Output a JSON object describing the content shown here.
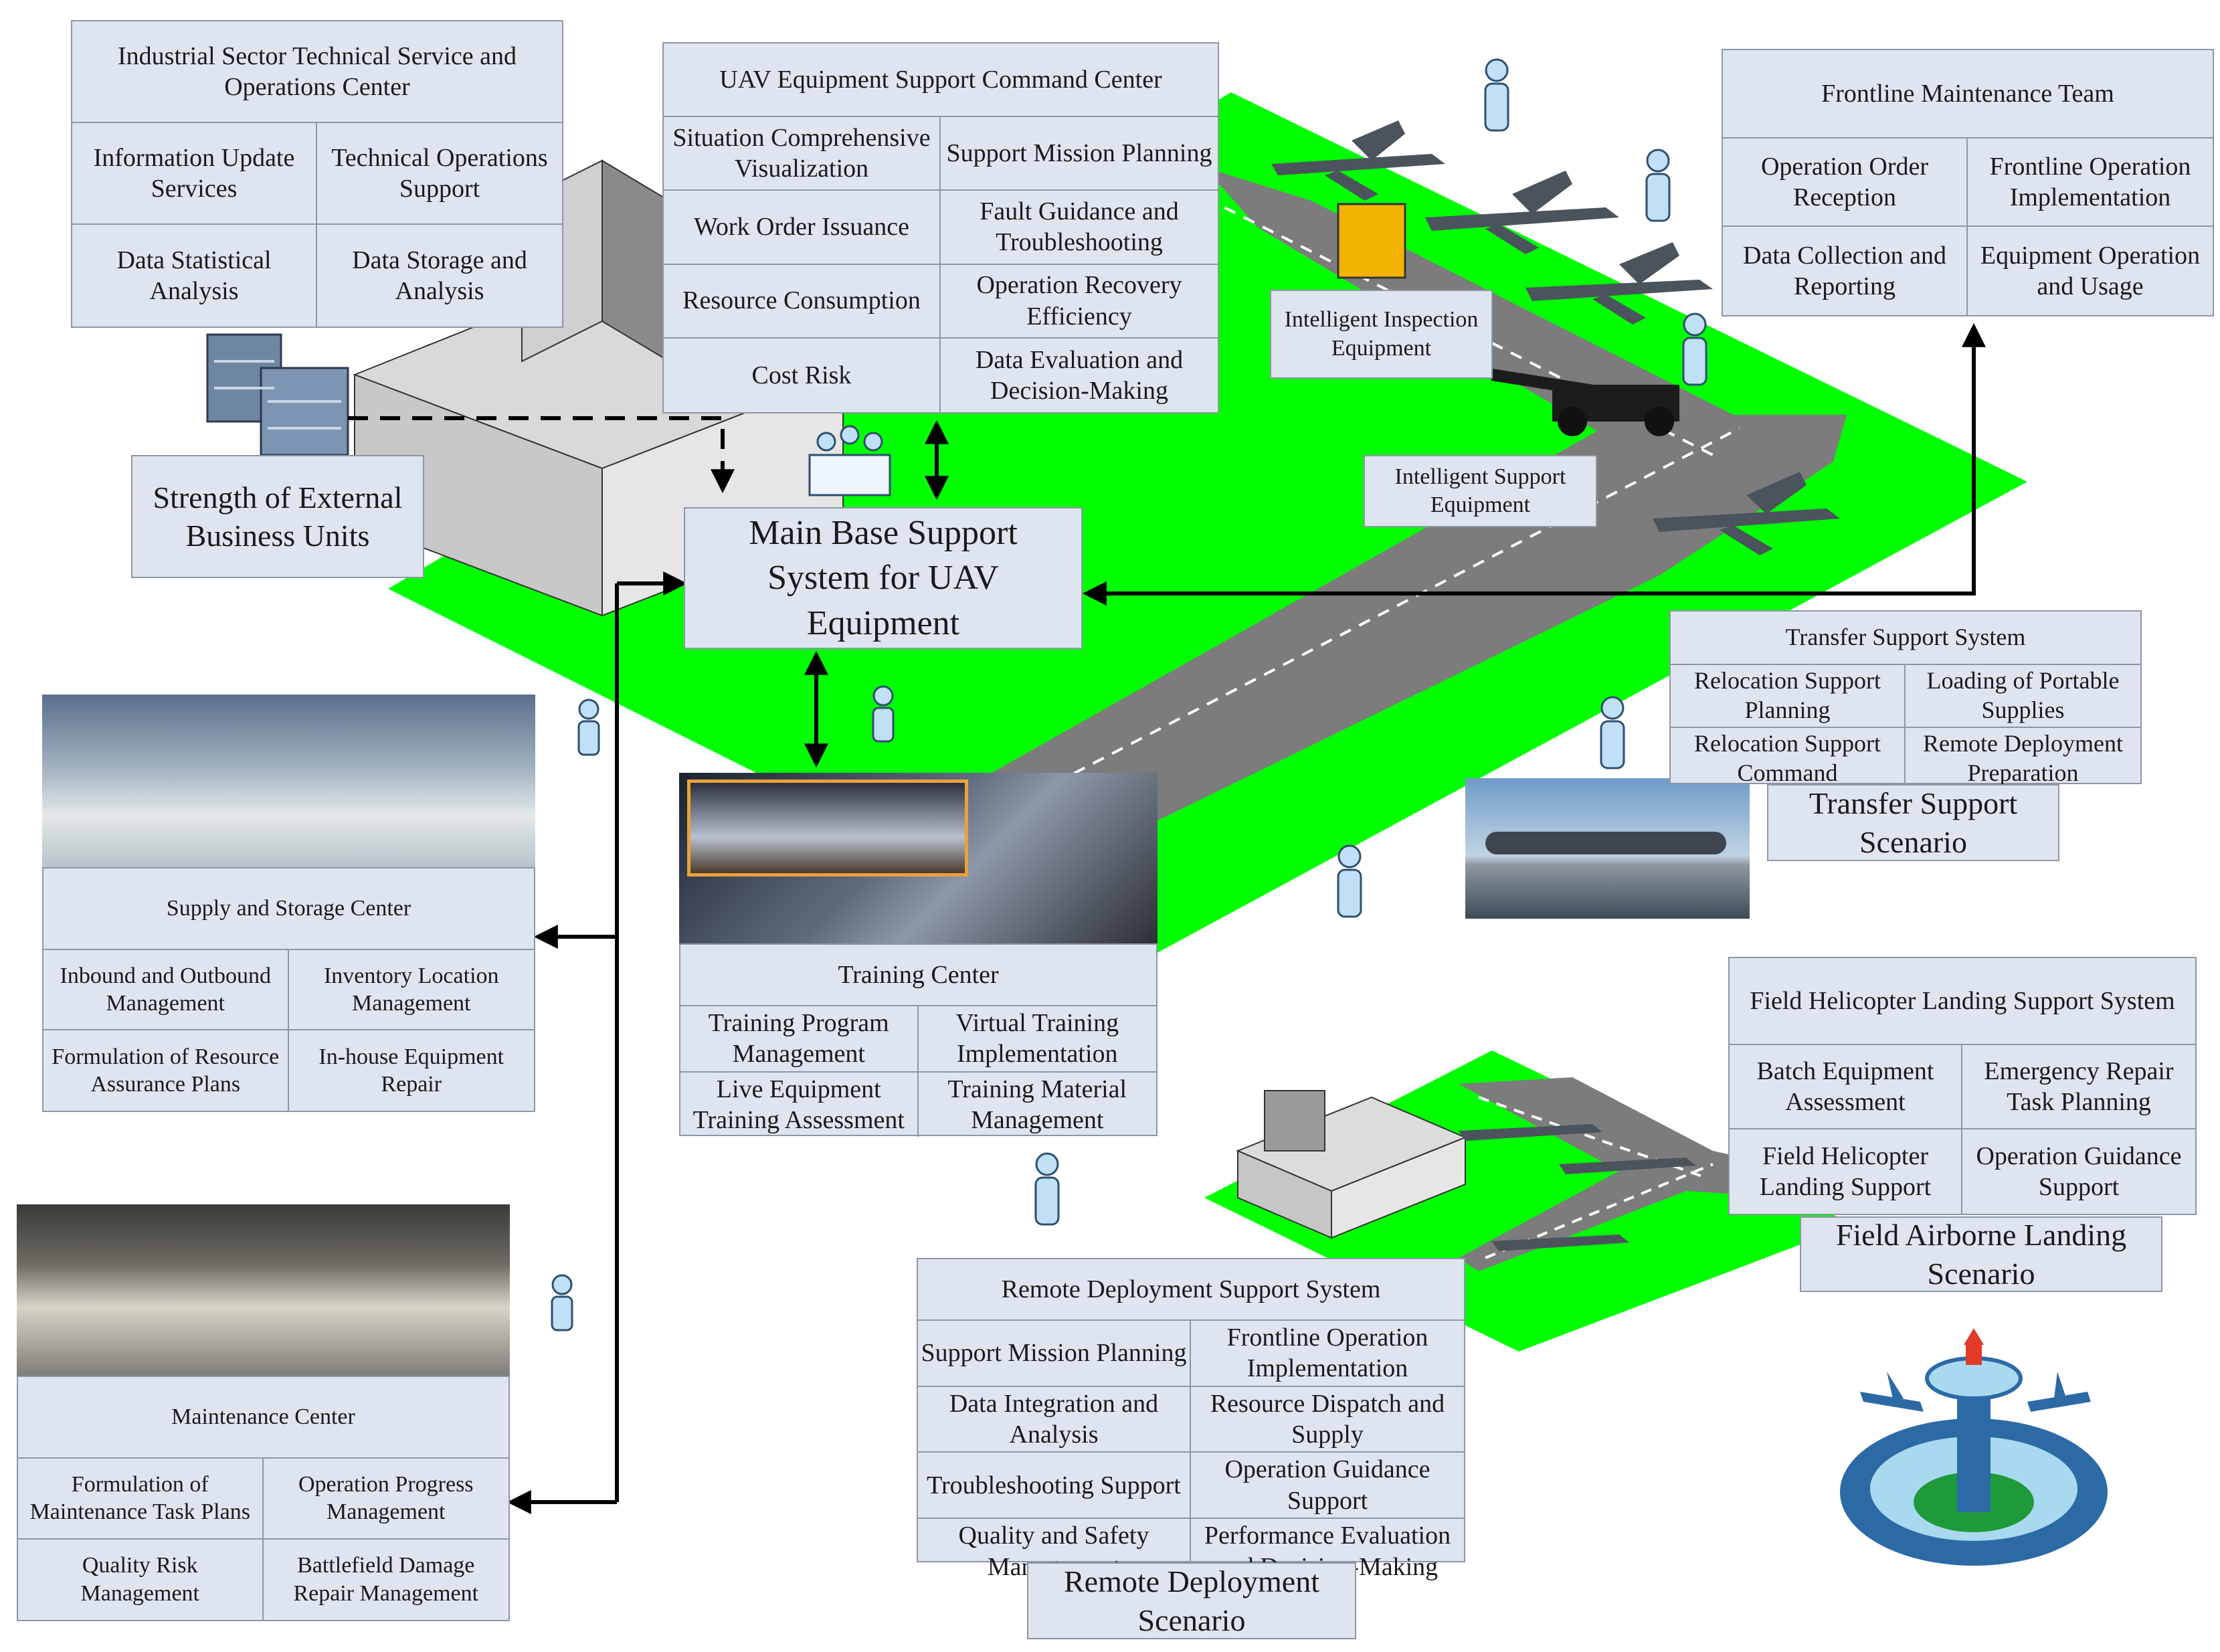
{
  "industrial_center": {
    "title": "Industrial Sector Technical Service and Operations Center",
    "cells": [
      "Information Update Services",
      "Technical Operations Support",
      "Data Statistical Analysis",
      "Data Storage and Analysis"
    ]
  },
  "command_center": {
    "title": "UAV Equipment Support Command Center",
    "cells": [
      "Situation Comprehensive Visualization",
      "Support Mission Planning",
      "Work Order Issuance",
      "Fault Guidance and Troubleshooting",
      "Resource Consumption",
      "Operation Recovery Efficiency",
      "Cost Risk",
      "Data Evaluation and Decision-Making"
    ]
  },
  "frontline_team": {
    "title": "Frontline Maintenance Team",
    "cells": [
      "Operation Order Reception",
      "Frontline Operation Implementation",
      "Data Collection and Reporting",
      "Equipment Operation and Usage"
    ]
  },
  "external_units": "Strength of External Business Units",
  "main_base": "Main Base Support System for UAV Equipment",
  "inspection_equipment": "Intelligent Inspection Equipment",
  "support_equipment": "Intelligent Support Equipment",
  "supply_center": {
    "title": "Supply and Storage Center",
    "cells": [
      "Inbound and Outbound Management",
      "Inventory Location Management",
      "Formulation of Resource Assurance Plans",
      "In-house Equipment Repair"
    ]
  },
  "training_center": {
    "title": "Training Center",
    "cells": [
      "Training Program Management",
      "Virtual Training Implementation",
      "Live Equipment Training Assessment",
      "Training Material Management"
    ]
  },
  "transfer_system": {
    "title": "Transfer Support System",
    "cells": [
      "Relocation Support Planning",
      "Loading of Portable Supplies",
      "Relocation Support Command",
      "Remote Deployment Preparation"
    ]
  },
  "transfer_scenario": "Transfer Support Scenario",
  "maintenance_center": {
    "title": "Maintenance Center",
    "cells": [
      "Formulation of Maintenance Task Plans",
      "Operation Progress Management",
      "Quality Risk Management",
      "Battlefield Damage Repair Management"
    ]
  },
  "helicopter_system": {
    "title": "Field Helicopter Landing Support System",
    "cells": [
      "Batch Equipment Assessment",
      "Emergency Repair Task Planning",
      "Field Helicopter Landing Support",
      "Operation Guidance Support"
    ]
  },
  "field_scenario": "Field Airborne Landing Scenario",
  "remote_system": {
    "title": "Remote Deployment Support System",
    "cells": [
      "Support Mission Planning",
      "Frontline Operation Implementation",
      "Data Integration and Analysis",
      "Resource Dispatch and Supply",
      "Troubleshooting Support",
      "Operation Guidance Support",
      "Quality and Safety Management",
      "Performance Evaluation and Decision-Making"
    ]
  },
  "remote_scenario": "Remote Deployment Scenario",
  "colors": {
    "ground": "#00ff00",
    "runway": "#7c7c7c",
    "box_fill": "#dfe5f0",
    "box_border": "#8e96a6"
  }
}
